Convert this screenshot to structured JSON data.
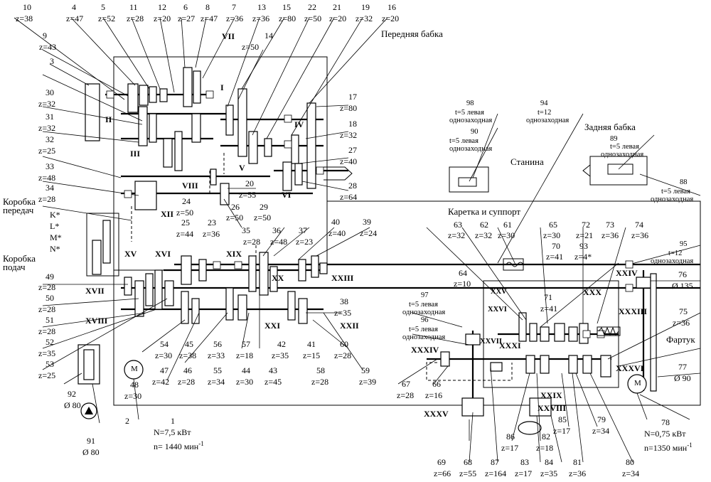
{
  "titles": {
    "headstock": "Передняя бабка",
    "tailstock": "Задняя бабка",
    "bed": "Станина",
    "carriage": "Каретка и суппорт",
    "apron": "Фартук",
    "gearbox": "Коробка\nпередач",
    "feedbox": "Коробка\nподач"
  },
  "gears": [
    {
      "n": "10",
      "z": "z=38"
    },
    {
      "n": "4",
      "z": "z=47"
    },
    {
      "n": "5",
      "z": "z=52"
    },
    {
      "n": "11",
      "z": "z=28"
    },
    {
      "n": "12",
      "z": "z=20"
    },
    {
      "n": "6",
      "z": "z=27"
    },
    {
      "n": "8",
      "z": "z=47"
    },
    {
      "n": "7",
      "z": "z=36"
    },
    {
      "n": "13",
      "z": "z=36"
    },
    {
      "n": "15",
      "z": "z=80"
    },
    {
      "n": "22",
      "z": "z=50"
    },
    {
      "n": "21",
      "z": "z=20"
    },
    {
      "n": "19",
      "z": "z=32"
    },
    {
      "n": "16",
      "z": "z=20"
    },
    {
      "n": "9",
      "z": "z=43"
    },
    {
      "n": "14",
      "z": "z=50"
    },
    {
      "n": "3",
      "z": ""
    },
    {
      "n": "30",
      "z": "z=32"
    },
    {
      "n": "31",
      "z": "z=32"
    },
    {
      "n": "32",
      "z": "z=25"
    },
    {
      "n": "33",
      "z": "z=48"
    },
    {
      "n": "34",
      "z": "z=28"
    },
    {
      "n": "17",
      "z": "z=80"
    },
    {
      "n": "18",
      "z": "z=32"
    },
    {
      "n": "27",
      "z": "z=40"
    },
    {
      "n": "28",
      "z": "z=64"
    },
    {
      "n": "20",
      "z": "z=55"
    },
    {
      "n": "24",
      "z": "z=50"
    },
    {
      "n": "26",
      "z": "z=50"
    },
    {
      "n": "29",
      "z": "z=50"
    },
    {
      "n": "25",
      "z": "z=44"
    },
    {
      "n": "23",
      "z": "z=36"
    },
    {
      "n": "35",
      "z": "z=28"
    },
    {
      "n": "36",
      "z": "z=48"
    },
    {
      "n": "37",
      "z": "z=23"
    },
    {
      "n": "40",
      "z": "z=40"
    },
    {
      "n": "39",
      "z": "z=24"
    },
    {
      "n": "49",
      "z": "z=28"
    },
    {
      "n": "50",
      "z": "z=28"
    },
    {
      "n": "51",
      "z": "z=28"
    },
    {
      "n": "52",
      "z": "z=35"
    },
    {
      "n": "53",
      "z": "z=25"
    },
    {
      "n": "54",
      "z": "z=30"
    },
    {
      "n": "45",
      "z": "z=38"
    },
    {
      "n": "56",
      "z": "z=33"
    },
    {
      "n": "57",
      "z": "z=18"
    },
    {
      "n": "42",
      "z": "z=35"
    },
    {
      "n": "41",
      "z": "z=15"
    },
    {
      "n": "60",
      "z": "z=28"
    },
    {
      "n": "38",
      "z": "z=35"
    },
    {
      "n": "47",
      "z": "z=42"
    },
    {
      "n": "46",
      "z": "z=28"
    },
    {
      "n": "55",
      "z": "z=34"
    },
    {
      "n": "44",
      "z": "z=30"
    },
    {
      "n": "43",
      "z": "z=45"
    },
    {
      "n": "58",
      "z": "z=28"
    },
    {
      "n": "59",
      "z": "z=39"
    },
    {
      "n": "48",
      "z": "z=30"
    },
    {
      "n": "63",
      "z": "z=32"
    },
    {
      "n": "62",
      "z": "z=32"
    },
    {
      "n": "61",
      "z": "z=30"
    },
    {
      "n": "65",
      "z": "z=30"
    },
    {
      "n": "72",
      "z": "z=21"
    },
    {
      "n": "73",
      "z": "z=36"
    },
    {
      "n": "74",
      "z": "z=36"
    },
    {
      "n": "70",
      "z": "z=41"
    },
    {
      "n": "93",
      "z": "z=4*"
    },
    {
      "n": "64",
      "z": "z=10"
    },
    {
      "n": "71",
      "z": "z=41"
    },
    {
      "n": "75",
      "z": "z=36"
    },
    {
      "n": "67",
      "z": "z=28"
    },
    {
      "n": "66",
      "z": "z=16"
    },
    {
      "n": "85",
      "z": "z=17"
    },
    {
      "n": "79",
      "z": "z=34"
    },
    {
      "n": "86",
      "z": "z=17"
    },
    {
      "n": "82",
      "z": "z=18"
    },
    {
      "n": "80",
      "z": "z=34"
    },
    {
      "n": "69",
      "z": "z=66"
    },
    {
      "n": "68",
      "z": "z=55"
    },
    {
      "n": "87",
      "z": "z=164"
    },
    {
      "n": "83",
      "z": "z=17"
    },
    {
      "n": "84",
      "z": "z=35"
    },
    {
      "n": "81",
      "z": "z=36"
    }
  ],
  "misc": {
    "d76n": "76",
    "d76": "Ø 135",
    "d77n": "77",
    "d77": "Ø 90",
    "d92n": "92",
    "d92": "Ø 80",
    "d91n": "91",
    "d91": "Ø 80",
    "p2": "2",
    "m1n": "1",
    "m1p": "N=7,5 кВт",
    "m1s": "n= 1440 мин",
    "m1u": "-1",
    "m78n": "78",
    "m78p": "N=0,75 кВт",
    "m78s": "n=1350 мин",
    "m78u": "-1",
    "motor": "M",
    "K": "K*",
    "L": "L*",
    "M": "M*",
    "N": "N*"
  },
  "screws": [
    {
      "n": "98",
      "t": "t=5 левая",
      "d": "однозаходная"
    },
    {
      "n": "90",
      "t": "",
      "d": "t=5 левая\nоднозаходная"
    },
    {
      "n": "94",
      "t": "t=12",
      "d": "однозаходная"
    },
    {
      "n": "89",
      "t": "t=5 левая",
      "d": "однозаходная"
    },
    {
      "n": "88",
      "t": "t=5 левая",
      "d": "однозаходная"
    },
    {
      "n": "95",
      "t": "t=12",
      "d": "однозаходная"
    },
    {
      "n": "97",
      "t": "t=5 левая",
      "d": "однозаходная"
    },
    {
      "n": "96",
      "t": "t=5 левая",
      "d": "однозаходная"
    }
  ],
  "shafts": [
    "I",
    "II",
    "III",
    "IV",
    "V",
    "VI",
    "VII",
    "VIII",
    "XII",
    "XV",
    "XVI",
    "XVII",
    "XVIII",
    "XIX",
    "XX",
    "XXI",
    "XXII",
    "XXIII",
    "XXIV",
    "XXV",
    "XXVI",
    "XXVII",
    "XXVIII",
    "XXIX",
    "XXX",
    "XXXI",
    "XXXIII",
    "XXXIV",
    "XXXV",
    "XXXVI"
  ]
}
